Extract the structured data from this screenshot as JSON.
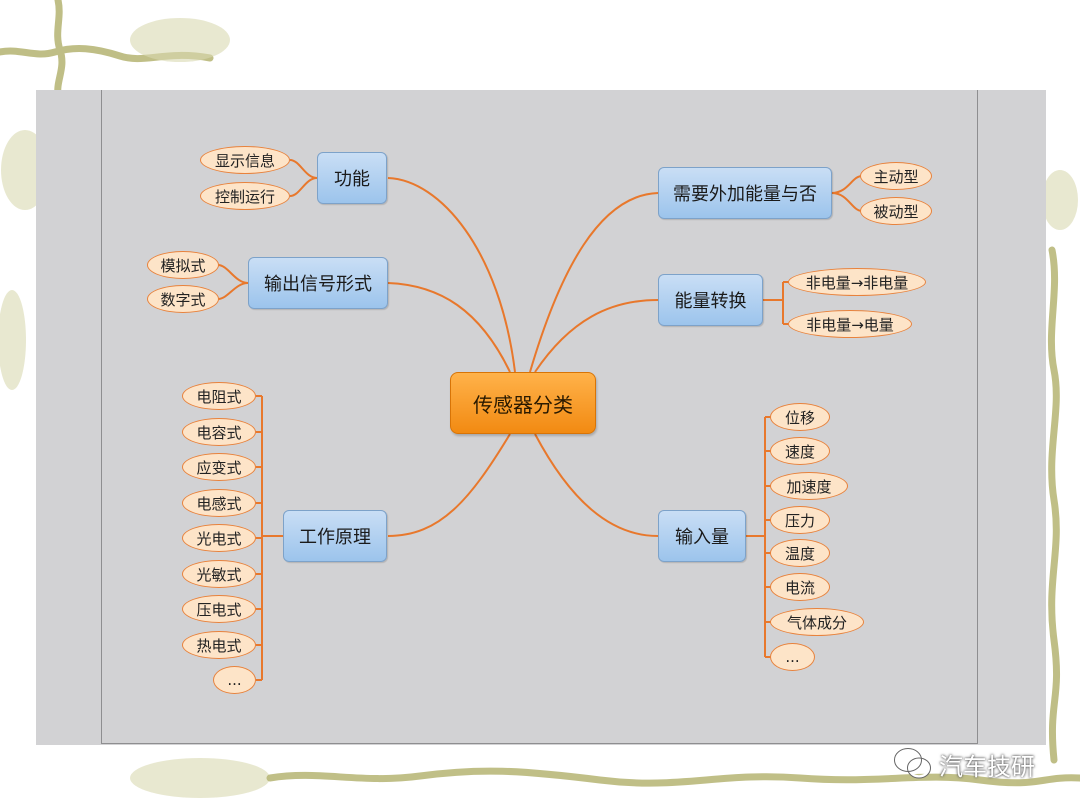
{
  "diagram": {
    "center": "传感器分类",
    "branches": {
      "function": {
        "label": "功能",
        "children": [
          "显示信息",
          "控制运行"
        ]
      },
      "output_form": {
        "label": "输出信号形式",
        "children": [
          "模拟式",
          "数字式"
        ]
      },
      "principle": {
        "label": "工作原理",
        "children": [
          "电阻式",
          "电容式",
          "应变式",
          "电感式",
          "光电式",
          "光敏式",
          "压电式",
          "热电式",
          "..."
        ]
      },
      "energy_need": {
        "label": "需要外加能量与否",
        "children": [
          "主动型",
          "被动型"
        ]
      },
      "energy_conv": {
        "label": "能量转换",
        "children": [
          "非电量→非电量",
          "非电量→电量"
        ]
      },
      "input": {
        "label": "输入量",
        "children": [
          "位移",
          "速度",
          "加速度",
          "压力",
          "温度",
          "电流",
          "气体成分",
          "..."
        ]
      }
    }
  },
  "watermark": {
    "text": "汽车技研",
    "icon": "wechat-icon"
  },
  "colors": {
    "center": "#f59a23",
    "branch": "#a8cdf0",
    "leaf": "#fde4c8",
    "link": "#e8782c",
    "panel": "#d2d2d4"
  }
}
